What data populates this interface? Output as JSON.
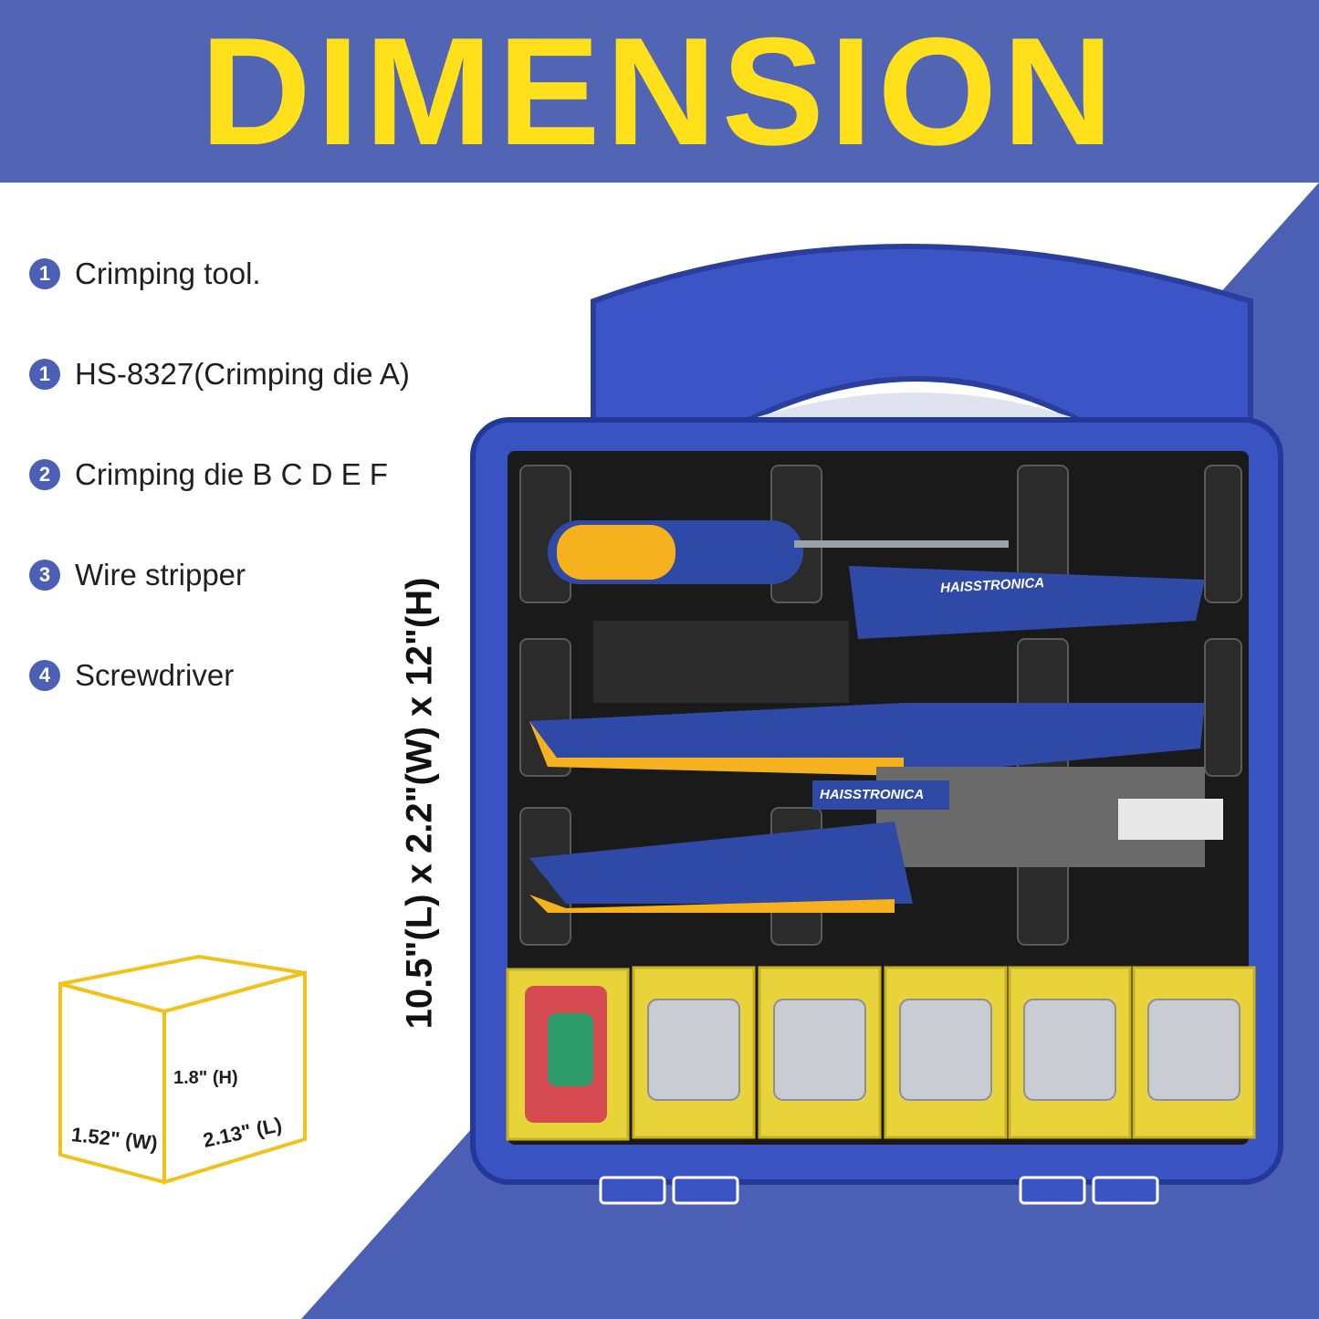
{
  "banner": {
    "title": "DIMENSION"
  },
  "features": [
    {
      "number": "1",
      "label": "Crimping tool."
    },
    {
      "number": "1",
      "label": "HS-8327(Crimping die A)"
    },
    {
      "number": "2",
      "label": "Crimping die B C D E F"
    },
    {
      "number": "3",
      "label": "Wire stripper"
    },
    {
      "number": "4",
      "label": "Screwdriver"
    }
  ],
  "case_dimensions": "10.5\"(L) x 2.2\"(W) x 12\"(H)",
  "box": {
    "height": "1.8\" (H)",
    "width": "1.52\" (W)",
    "length": "2.13\" (L)"
  },
  "brand": "HAISSTRONICA",
  "colors": {
    "banner": "#5165b4",
    "title": "#ffe01a",
    "case_blue": "#3f58c4",
    "tool_yellow": "#f6b21e",
    "tray_yellow": "#e9d33b"
  }
}
